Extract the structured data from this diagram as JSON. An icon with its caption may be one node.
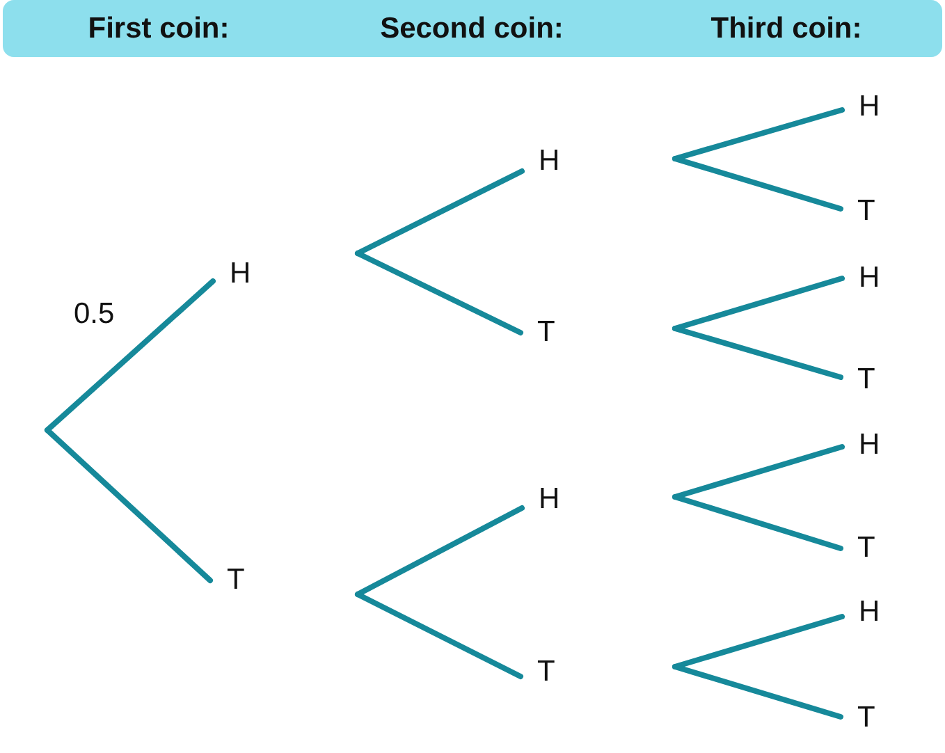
{
  "diagram": {
    "nodes": [
      {
        "text": [
          "First coin:",
          "Second coin:",
          "Third coin:"
        ]
      },
      {
        "text": [
          "H"
        ]
      },
      {
        "text": [
          "T"
        ]
      },
      {
        "text": [
          "H"
        ]
      },
      {
        "text": [
          "T"
        ]
      },
      {
        "text": [
          "H"
        ]
      },
      {
        "text": [
          "T"
        ]
      },
      {
        "text": [
          "H"
        ]
      },
      {
        "text": [
          "T"
        ]
      },
      {
        "text": [
          "H"
        ]
      },
      {
        "text": [
          "T"
        ]
      },
      {
        "text": [
          "H"
        ]
      },
      {
        "text": [
          "T"
        ]
      },
      {
        "text": [
          "H"
        ]
      },
      {
        "text": [
          "T"
        ]
      }
    ],
    "edges": [
      {
        "from": null,
        "to": 1,
        "arrow": "none",
        "label": "0.5"
      },
      {
        "from": null,
        "to": 2,
        "arrow": "none"
      },
      {
        "from": null,
        "to": 3,
        "arrow": "none"
      },
      {
        "from": null,
        "to": 4,
        "arrow": "none"
      },
      {
        "from": null,
        "to": 5,
        "arrow": "none"
      },
      {
        "from": null,
        "to": 6,
        "arrow": "none"
      },
      {
        "from": null,
        "to": 7,
        "arrow": "none"
      },
      {
        "from": null,
        "to": 8,
        "arrow": "none"
      },
      {
        "from": null,
        "to": 9,
        "arrow": "none"
      },
      {
        "from": null,
        "to": 10,
        "arrow": "none"
      },
      {
        "from": null,
        "to": 11,
        "arrow": "none"
      },
      {
        "from": null,
        "to": 12,
        "arrow": "none"
      },
      {
        "from": null,
        "to": 13,
        "arrow": "none"
      },
      {
        "from": null,
        "to": 14,
        "arrow": "none"
      }
    ]
  }
}
